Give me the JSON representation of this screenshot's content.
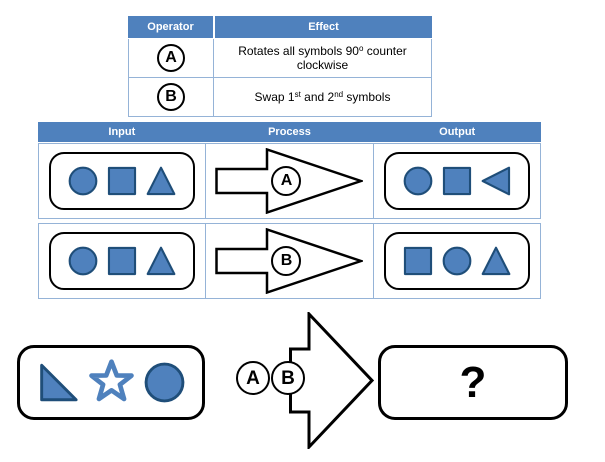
{
  "colors": {
    "header_bg": "#4F81BD",
    "header_text": "#FFFFFF",
    "shape_fill": "#4F81BD",
    "shape_stroke": "#1F4E79",
    "star_fill": "#FFFFFF",
    "grid_border": "#95B3D7"
  },
  "operator_table": {
    "headers": [
      "Operator",
      "Effect"
    ],
    "rows": [
      {
        "operator": "A",
        "effect_pre": "Rotates all symbols 90",
        "effect_sup": "o",
        "effect_post": " counter clockwise"
      },
      {
        "operator": "B",
        "effect_pre": "Swap 1",
        "effect_sup1": "st",
        "effect_mid": " and 2",
        "effect_sup2": "nd",
        "effect_post": " symbols"
      }
    ]
  },
  "examples_table": {
    "headers": [
      "Input",
      "Process",
      "Output"
    ],
    "rows": [
      {
        "input": [
          "circle",
          "square",
          "triangle-up"
        ],
        "operator": "A",
        "output": [
          "circle",
          "square",
          "triangle-left"
        ]
      },
      {
        "input": [
          "circle",
          "square",
          "triangle-up"
        ],
        "operator": "B",
        "output": [
          "square",
          "circle",
          "triangle-up"
        ]
      }
    ]
  },
  "puzzle": {
    "input": [
      "right-triangle",
      "star",
      "circle"
    ],
    "operators": [
      "A",
      "B"
    ],
    "answer_placeholder": "?"
  }
}
